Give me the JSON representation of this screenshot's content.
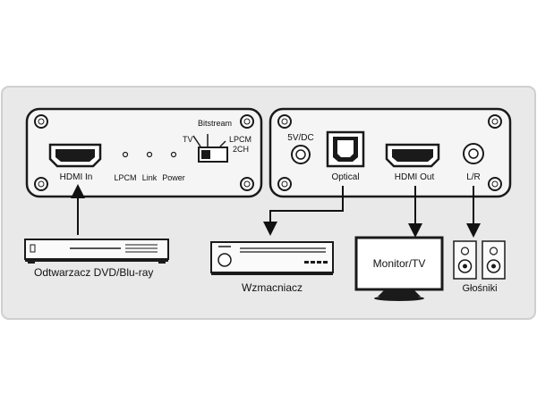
{
  "left_panel": {
    "hdmi_in_label": "HDMI In",
    "leds": [
      "LPCM",
      "Link",
      "Power"
    ],
    "switch_top_label": "Bitstream",
    "switch_left_label": "TV",
    "switch_right_label_1": "LPCM",
    "switch_right_label_2": "2CH"
  },
  "right_panel": {
    "power_label": "5V/DC",
    "optical_label": "Optical",
    "hdmi_out_label": "HDMI Out",
    "lr_label": "L/R"
  },
  "devices": {
    "player_label": "Odtwarzacz DVD/Blu-ray",
    "amplifier_label": "Wzmacniacz",
    "monitor_label": "Monitor/TV",
    "speakers_label": "Głośniki"
  },
  "colors": {
    "panel_fill": "#f5f5f5",
    "band_fill": "#e9e9e9",
    "outline": "#1a1a1a"
  }
}
